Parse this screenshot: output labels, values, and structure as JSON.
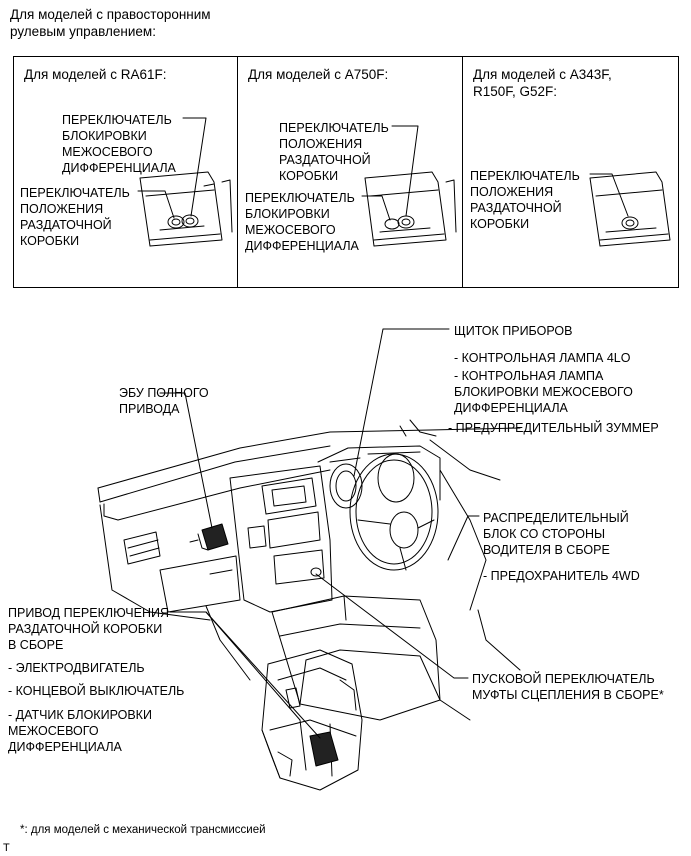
{
  "header": "Для моделей с правосторонним\nрулевым управлением:",
  "panels": [
    {
      "title": "Для моделей с RA61F:",
      "labels": [
        "ПЕРЕКЛЮЧАТЕЛЬ\nБЛОКИРОВКИ\nМЕЖОСЕВОГО\nДИФФЕРЕНЦИАЛА",
        "ПЕРЕКЛЮЧАТЕЛЬ\nПОЛОЖЕНИЯ\nРАЗДАТОЧНОЙ\nКОРОБКИ"
      ]
    },
    {
      "title": "Для моделей с A750F:",
      "labels": [
        "ПЕРЕКЛЮЧАТЕЛЬ\nПОЛОЖЕНИЯ\nРАЗДАТОЧНОЙ\nКОРОБКИ",
        "ПЕРЕКЛЮЧАТЕЛЬ\nБЛОКИРОВКИ\nМЕЖОСЕВОГО\nДИФФЕРЕНЦИАЛА"
      ]
    },
    {
      "title": "Для моделей с A343F,\nR150F, G52F:",
      "labels": [
        "ПЕРЕКЛЮЧАТЕЛЬ\nПОЛОЖЕНИЯ\nРАЗДАТОЧНОЙ\nКОРОБКИ"
      ]
    }
  ],
  "callouts": {
    "combination_meter": "ЩИТОК ПРИБОРОВ",
    "meter_items": [
      "- КОНТРОЛЬНАЯ ЛАМПА 4LO",
      "- КОНТРОЛЬНАЯ ЛАМПА\n  БЛОКИРОВКИ МЕЖОСЕВОГО\n  ДИФФЕРЕНЦИАЛА",
      "- ПРЕДУПРЕДИТЕЛЬНЫЙ ЗУММЕР"
    ],
    "ecu": "ЭБУ ПОЛНОГО\nПРИВОДА",
    "junction_block": "РАСПРЕДЕЛИТЕЛЬНЫЙ\nБЛОК СО СТОРОНЫ\nВОДИТЕЛЯ В СБОРЕ",
    "fuse": "- ПРЕДОХРАНИТЕЛЬ 4WD",
    "actuator": "ПРИВОД ПЕРЕКЛЮЧЕНИЯ\nРАЗДАТОЧНОЙ КОРОБКИ\nВ СБОРЕ",
    "actuator_items": [
      "- ЭЛЕКТРОДВИГАТЕЛЬ",
      "- КОНЦЕВОЙ ВЫКЛЮЧАТЕЛЬ",
      "- ДАТЧИК БЛОКИРОВКИ\n  МЕЖОСЕВОГО\n  ДИФФЕРЕНЦИАЛА"
    ],
    "clutch_switch": "ПУСКОВОЙ ПЕРЕКЛЮЧАТЕЛЬ\nМУФТЫ СЦЕПЛЕНИЯ В СБОРЕ*"
  },
  "footnote": "*: для моделей с механической трансмиссией",
  "corner_mark": "T"
}
